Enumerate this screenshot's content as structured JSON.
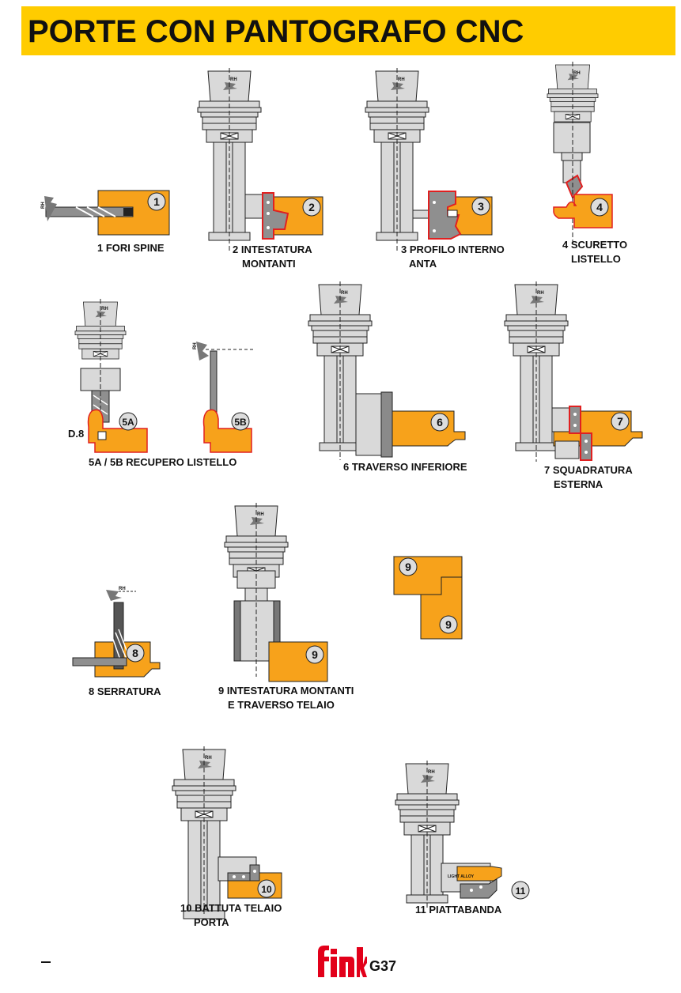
{
  "header": {
    "title": "PORTE CON PANTOGRAFO CNC"
  },
  "colors": {
    "banner": "#ffcc00",
    "workpiece": "#f7a21b",
    "tool": "#d9d9d9",
    "tool_dark": "#8a8a8a",
    "cutter": "#8f8f8f",
    "cut_edge": "#e02020",
    "logo": "#e2001a"
  },
  "operations": [
    {
      "label_line1": "1 FORI SPINE",
      "label_line2": "",
      "number": "1"
    },
    {
      "label_line1": "2 INTESTATURA",
      "label_line2": "MONTANTI",
      "number": "2"
    },
    {
      "label_line1": "3 PROFILO INTERNO",
      "label_line2": "ANTA",
      "number": "3"
    },
    {
      "label_line1": "4 SCURETTO",
      "label_line2": "LISTELLO",
      "number": "4"
    },
    {
      "label_line1": "5A / 5B RECUPERO LISTELLO",
      "label_line2": "",
      "number": "5A",
      "number_b": "5B",
      "note": "D.8"
    },
    {
      "label_line1": "6 TRAVERSO INFERIORE",
      "label_line2": "",
      "number": "6"
    },
    {
      "label_line1": "7 SQUADRATURA",
      "label_line2": "ESTERNA",
      "number": "7"
    },
    {
      "label_line1": "8 SERRATURA",
      "label_line2": "",
      "number": "8"
    },
    {
      "label_line1": "9 INTESTATURA MONTANTI",
      "label_line2": "E TRAVERSO TELAIO",
      "number": "9"
    },
    {
      "label_line1": "10 BATTUTA TELAIO",
      "label_line2": "PORTA",
      "number": "10"
    },
    {
      "label_line1": "11 PIATTABANDA",
      "label_line2": "",
      "number": "11"
    }
  ],
  "tool": {
    "rotation_mark": "RH",
    "insert_text": "LIGHT ALLOY"
  },
  "footer": {
    "logo_text": "fink",
    "page_number": "G37"
  }
}
